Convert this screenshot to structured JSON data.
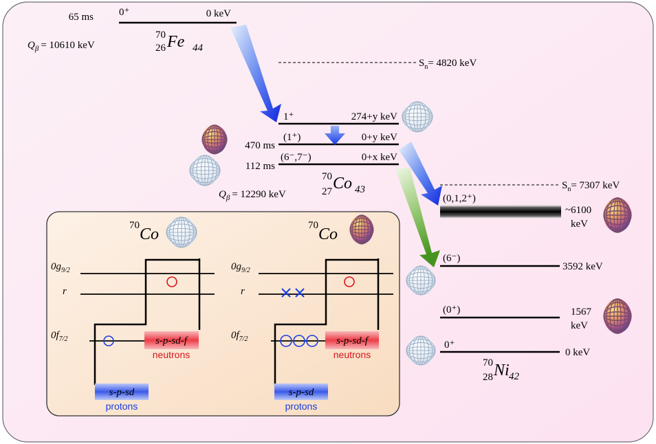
{
  "fe": {
    "halflife": "65 ms",
    "spin": "0⁺",
    "energy": "0 keV",
    "qbeta_symbol": "Q",
    "qbeta_sub": "β",
    "qbeta_value": "= 10610 keV",
    "mass": "70",
    "z": "26",
    "symbol": "Fe",
    "n": "44"
  },
  "sn_upper": {
    "label": "S",
    "sub": "n",
    "value": "= 4820 keV"
  },
  "co": {
    "levels": [
      {
        "spin": "1⁺",
        "energy": "274+y keV",
        "halflife": ""
      },
      {
        "spin": "(1⁺)",
        "energy": "0+y keV",
        "halflife": "470 ms"
      },
      {
        "spin": "(6⁻,7⁻)",
        "energy": "0+x keV",
        "halflife": "112 ms"
      }
    ],
    "qbeta_symbol": "Q",
    "qbeta_sub": "β",
    "qbeta_value": "= 12290 keV",
    "mass": "70",
    "z": "27",
    "symbol": "Co",
    "n": "43"
  },
  "sn_lower": {
    "label": "S",
    "sub": "n",
    "value": "= 7307 keV"
  },
  "ni": {
    "levels": [
      {
        "spin": "(0,1,2⁺)",
        "energy_line1": "~6100",
        "energy_line2": "keV"
      },
      {
        "spin": "(6⁻)",
        "energy_line1": "3592 keV",
        "energy_line2": ""
      },
      {
        "spin": "(0⁺)",
        "energy_line1": "1567",
        "energy_line2": "keV"
      },
      {
        "spin": "0⁺",
        "energy_line1": "0 keV",
        "energy_line2": ""
      }
    ],
    "mass": "70",
    "z": "28",
    "symbol": "Ni",
    "n": "42"
  },
  "inset": {
    "left": {
      "mass": "70",
      "symbol": "Co",
      "orbitals": {
        "g_base": "0g",
        "g_sub": "9/2",
        "r": "r",
        "f_base": "0f",
        "f_sub": "7/2"
      },
      "neutron_space": "s-p-sd-f",
      "neutron_label": "neutrons",
      "proton_space": "s-p-sd",
      "proton_label": "protons"
    },
    "right": {
      "mass": "70",
      "symbol": "Co",
      "orbitals": {
        "g_base": "0g",
        "g_sub": "9/2",
        "r": "r",
        "f_base": "0f",
        "f_sub": "7/2"
      },
      "neutron_space": "s-p-sd-f",
      "neutron_label": "neutrons",
      "proton_space": "s-p-sd",
      "proton_label": "protons"
    }
  },
  "colors": {
    "background": "#fdeef7",
    "inset_background": "#fbe7d4",
    "arrow_blue": "#1530e0",
    "arrow_green": "#4f9a28",
    "neutron_red": "#d8141c",
    "proton_blue": "#1a3fe0"
  }
}
